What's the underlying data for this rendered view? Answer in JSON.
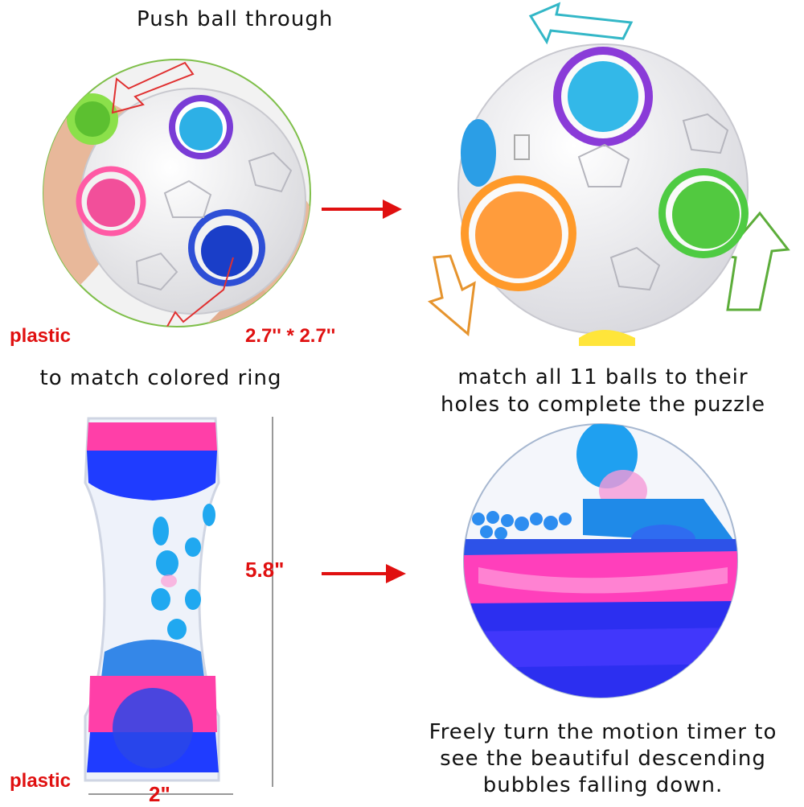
{
  "top_left": {
    "caption_top": "Push ball through",
    "caption_bottom": "to match colored ring",
    "material": "plastic",
    "size": "2.7'' * 2.7''"
  },
  "top_right": {
    "caption_line1": "match all 11 balls to their",
    "caption_line2": "holes to complete the puzzle"
  },
  "bottom_left": {
    "height": "5.8\"",
    "width": "2\"",
    "material": "plastic"
  },
  "bottom_right": {
    "caption_line1": "Freely turn the motion timer to",
    "caption_line2": "see the beautiful descending",
    "caption_line3": "bubbles falling down."
  },
  "colors": {
    "accent_red": "#e01010",
    "pink": "#ff3fa8",
    "blue": "#1f3cff",
    "cyan": "#20a8f0"
  }
}
